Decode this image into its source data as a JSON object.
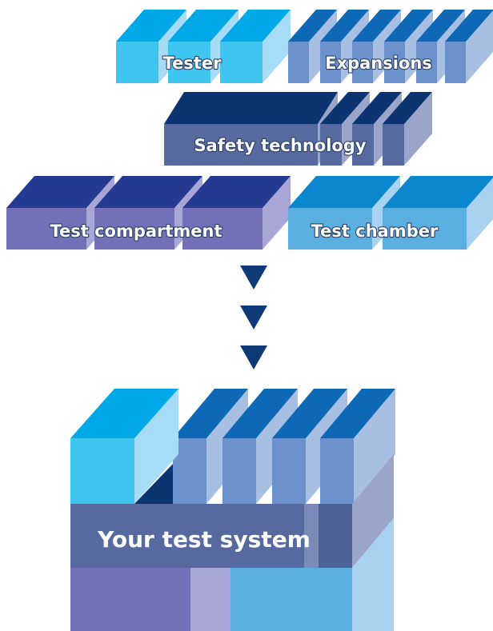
{
  "labels": {
    "tester": "Tester",
    "expansions": "Expansions",
    "safety": "Safety technology",
    "compartment": "Test compartment",
    "chamber": "Test chamber",
    "result": "Your test system"
  },
  "arrows": {
    "count": 3,
    "icon": "triangle-down"
  },
  "colors": {
    "tester_front": "#3fc6f0",
    "tester_top": "#00a8e8",
    "tester_side": "#a6dcf7",
    "expansion_front": "#6b92cc",
    "expansion_top": "#0d69b5",
    "expansion_side": "#a8bfe4",
    "safety_front": "#566a9f",
    "safety_top": "#0c3470",
    "safety_side": "#9ba5c9",
    "compartment_front": "#7271b7",
    "compartment_top": "#243a91",
    "compartment_side": "#a8a6d7",
    "chamber_front": "#5aaee0",
    "chamber_top": "#0a87cd",
    "chamber_side": "#a9d2f1",
    "arrow": "#0e3a78",
    "label_text": "#ffffff"
  }
}
